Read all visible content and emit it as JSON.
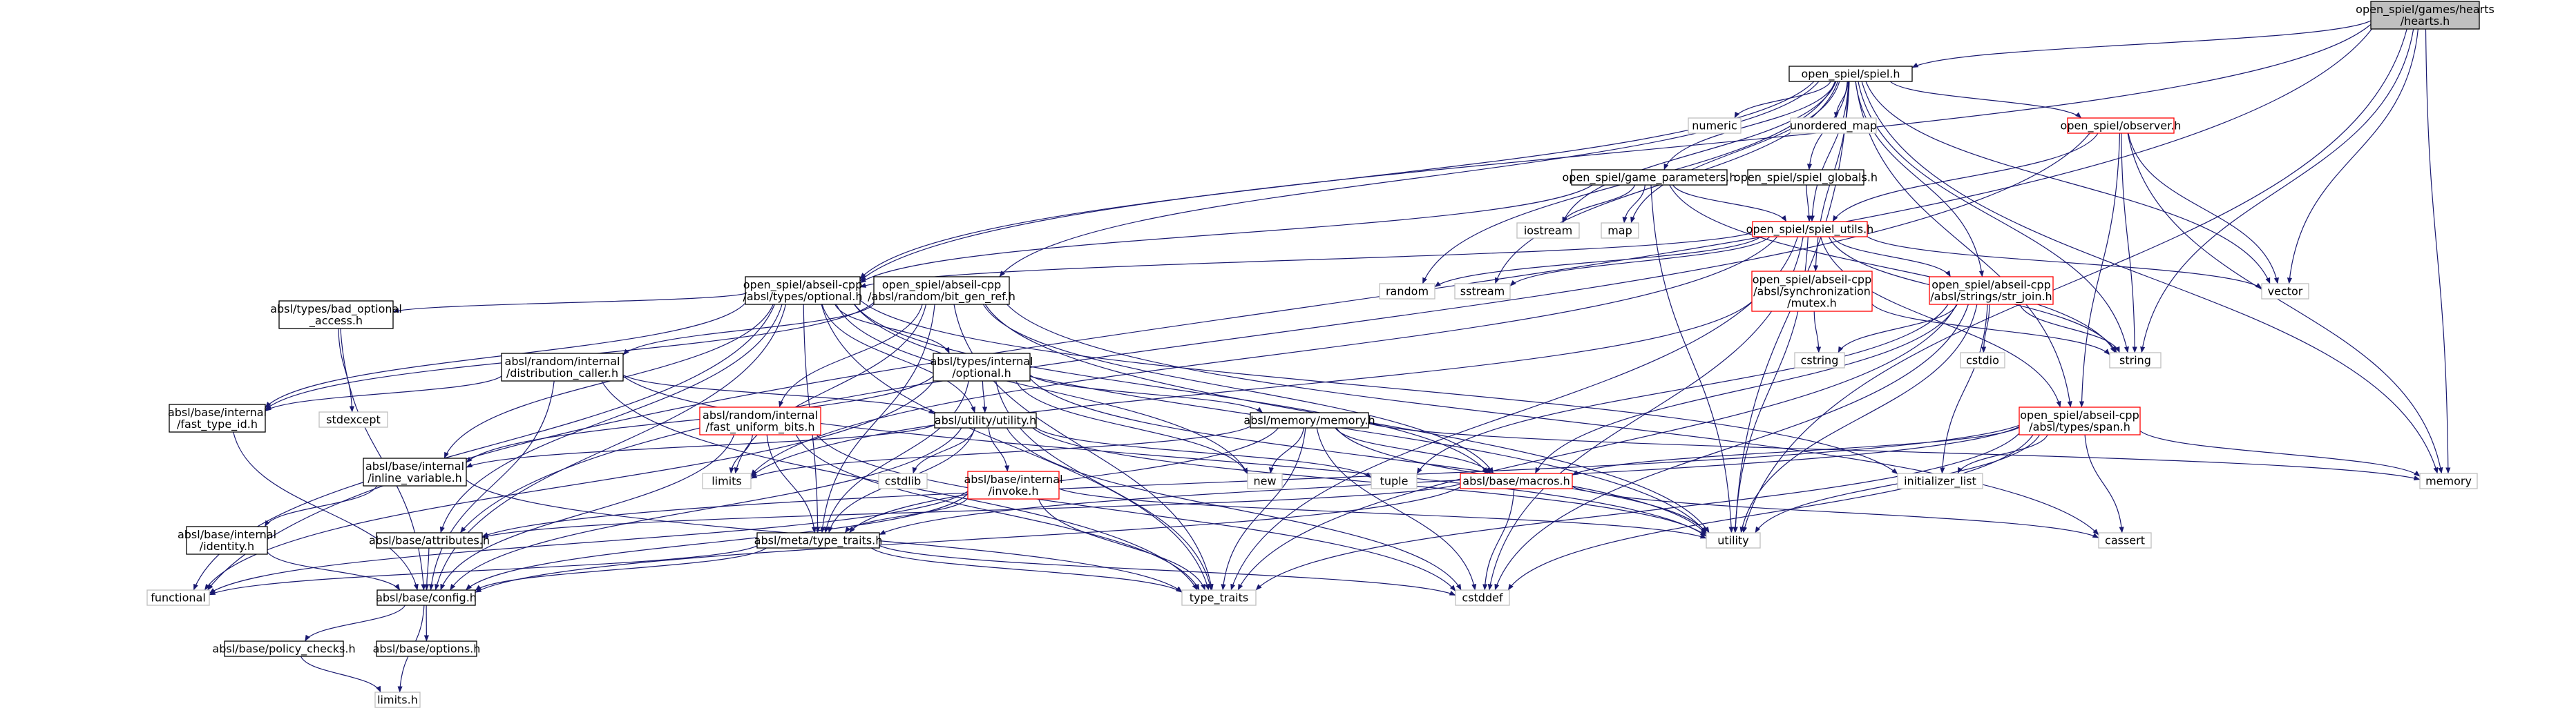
{
  "colors": {
    "edge": "#191970",
    "box_border_black": "#000000",
    "box_border_red": "#ff0000",
    "box_border_grey": "#bfbfbf",
    "root_fill": "#bfbfbf",
    "box_fill": "#ffffff"
  },
  "nodes": {
    "root": {
      "lines": [
        "open_spiel/games/hearts",
        "/hearts.h"
      ],
      "style": "root"
    },
    "spiel": {
      "lines": [
        "open_spiel/spiel.h"
      ],
      "style": "black"
    },
    "observer": {
      "lines": [
        "open_spiel/observer.h"
      ],
      "style": "red"
    },
    "game_parameters": {
      "lines": [
        "open_spiel/game_parameters.h"
      ],
      "style": "black"
    },
    "spiel_globals": {
      "lines": [
        "open_spiel/spiel_globals.h"
      ],
      "style": "black"
    },
    "spiel_utils": {
      "lines": [
        "open_spiel/spiel_utils.h"
      ],
      "style": "red"
    },
    "optional": {
      "lines": [
        "open_spiel/abseil-cpp",
        "/absl/types/optional.h"
      ],
      "style": "black"
    },
    "bit_gen_ref": {
      "lines": [
        "open_spiel/abseil-cpp",
        "/absl/random/bit_gen_ref.h"
      ],
      "style": "black"
    },
    "mutex": {
      "lines": [
        "open_spiel/abseil-cpp",
        "/absl/synchronization",
        "/mutex.h"
      ],
      "style": "red"
    },
    "str_join": {
      "lines": [
        "open_spiel/abseil-cpp",
        "/absl/strings/str_join.h"
      ],
      "style": "red"
    },
    "span": {
      "lines": [
        "open_spiel/abseil-cpp",
        "/absl/types/span.h"
      ],
      "style": "red"
    },
    "bad_optional_access": {
      "lines": [
        "absl/types/bad_optional",
        "_access.h"
      ],
      "style": "black"
    },
    "distribution_caller": {
      "lines": [
        "absl/random/internal",
        "/distribution_caller.h"
      ],
      "style": "black"
    },
    "internal_optional": {
      "lines": [
        "absl/types/internal",
        "/optional.h"
      ],
      "style": "black"
    },
    "fast_type_id": {
      "lines": [
        "absl/base/internal",
        "/fast_type_id.h"
      ],
      "style": "black"
    },
    "fast_uniform_bits": {
      "lines": [
        "absl/random/internal",
        "/fast_uniform_bits.h"
      ],
      "style": "red"
    },
    "utility_h": {
      "lines": [
        "absl/utility/utility.h"
      ],
      "style": "black"
    },
    "memory_h": {
      "lines": [
        "absl/memory/memory.h"
      ],
      "style": "black"
    },
    "inline_variable": {
      "lines": [
        "absl/base/internal",
        "/inline_variable.h"
      ],
      "style": "black"
    },
    "identity": {
      "lines": [
        "absl/base/internal",
        "/identity.h"
      ],
      "style": "black"
    },
    "invoke": {
      "lines": [
        "absl/base/internal",
        "/invoke.h"
      ],
      "style": "red"
    },
    "macros": {
      "lines": [
        "absl/base/macros.h"
      ],
      "style": "red"
    },
    "attributes": {
      "lines": [
        "absl/base/attributes.h"
      ],
      "style": "black"
    },
    "type_traits_h": {
      "lines": [
        "absl/meta/type_traits.h"
      ],
      "style": "black"
    },
    "config": {
      "lines": [
        "absl/base/config.h"
      ],
      "style": "black"
    },
    "policy_checks": {
      "lines": [
        "absl/base/policy_checks.h"
      ],
      "style": "black"
    },
    "options": {
      "lines": [
        "absl/base/options.h"
      ],
      "style": "black"
    },
    "limits_h": {
      "lines": [
        "limits.h"
      ],
      "style": "grey"
    },
    "functional": {
      "lines": [
        "functional"
      ],
      "style": "grey"
    },
    "type_traits": {
      "lines": [
        "type_traits"
      ],
      "style": "grey"
    },
    "cstddef": {
      "lines": [
        "cstddef"
      ],
      "style": "grey"
    },
    "utility": {
      "lines": [
        "utility"
      ],
      "style": "grey"
    },
    "cassert": {
      "lines": [
        "cassert"
      ],
      "style": "grey"
    },
    "memory": {
      "lines": [
        "memory"
      ],
      "style": "grey"
    },
    "tuple": {
      "lines": [
        "tuple"
      ],
      "style": "grey"
    },
    "initializer_list": {
      "lines": [
        "initializer_list"
      ],
      "style": "grey"
    },
    "limits": {
      "lines": [
        "limits"
      ],
      "style": "grey"
    },
    "cstdlib": {
      "lines": [
        "cstdlib"
      ],
      "style": "grey"
    },
    "new": {
      "lines": [
        "new"
      ],
      "style": "grey"
    },
    "stdexcept": {
      "lines": [
        "stdexcept"
      ],
      "style": "grey"
    },
    "cstring": {
      "lines": [
        "cstring"
      ],
      "style": "grey"
    },
    "cstdio": {
      "lines": [
        "cstdio"
      ],
      "style": "grey"
    },
    "string": {
      "lines": [
        "string"
      ],
      "style": "grey"
    },
    "vector": {
      "lines": [
        "vector"
      ],
      "style": "grey"
    },
    "random": {
      "lines": [
        "random"
      ],
      "style": "grey"
    },
    "sstream": {
      "lines": [
        "sstream"
      ],
      "style": "grey"
    },
    "iostream": {
      "lines": [
        "iostream"
      ],
      "style": "grey"
    },
    "map": {
      "lines": [
        "map"
      ],
      "style": "grey"
    },
    "numeric": {
      "lines": [
        "numeric"
      ],
      "style": "grey"
    },
    "unordered_map": {
      "lines": [
        "unordered_map"
      ],
      "style": "grey"
    }
  },
  "edges": [
    [
      "root",
      "spiel"
    ],
    [
      "root",
      "optional"
    ],
    [
      "root",
      "functional"
    ],
    [
      "root",
      "vector"
    ],
    [
      "root",
      "string"
    ],
    [
      "root",
      "memory"
    ],
    [
      "root",
      "utility"
    ],
    [
      "spiel",
      "observer"
    ],
    [
      "spiel",
      "game_parameters"
    ],
    [
      "spiel",
      "spiel_globals"
    ],
    [
      "spiel",
      "spiel_utils"
    ],
    [
      "spiel",
      "optional"
    ],
    [
      "spiel",
      "bit_gen_ref"
    ],
    [
      "spiel",
      "mutex"
    ],
    [
      "spiel",
      "str_join"
    ],
    [
      "spiel",
      "span"
    ],
    [
      "spiel",
      "numeric"
    ],
    [
      "spiel",
      "unordered_map"
    ],
    [
      "spiel",
      "iostream"
    ],
    [
      "spiel",
      "map"
    ],
    [
      "spiel",
      "random"
    ],
    [
      "spiel",
      "sstream"
    ],
    [
      "spiel",
      "vector"
    ],
    [
      "spiel",
      "string"
    ],
    [
      "spiel",
      "memory"
    ],
    [
      "spiel",
      "utility"
    ],
    [
      "observer",
      "spiel_utils"
    ],
    [
      "observer",
      "span"
    ],
    [
      "observer",
      "attributes"
    ],
    [
      "observer",
      "string"
    ],
    [
      "observer",
      "vector"
    ],
    [
      "observer",
      "memory"
    ],
    [
      "game_parameters",
      "spiel_utils"
    ],
    [
      "game_parameters",
      "optional"
    ],
    [
      "game_parameters",
      "iostream"
    ],
    [
      "game_parameters",
      "map"
    ],
    [
      "game_parameters",
      "string"
    ],
    [
      "game_parameters",
      "utility"
    ],
    [
      "spiel_globals",
      "spiel_utils"
    ],
    [
      "spiel_utils",
      "optional"
    ],
    [
      "spiel_utils",
      "str_join"
    ],
    [
      "spiel_utils",
      "span"
    ],
    [
      "spiel_utils",
      "random"
    ],
    [
      "spiel_utils",
      "sstream"
    ],
    [
      "spiel_utils",
      "vector"
    ],
    [
      "spiel_utils",
      "string"
    ],
    [
      "spiel_utils",
      "type_traits"
    ],
    [
      "spiel_utils",
      "utility"
    ],
    [
      "spiel_utils",
      "cstddef"
    ],
    [
      "spiel_utils",
      "limits"
    ],
    [
      "optional",
      "bad_optional_access"
    ],
    [
      "optional",
      "internal_optional"
    ],
    [
      "optional",
      "utility_h"
    ],
    [
      "optional",
      "inline_variable"
    ],
    [
      "optional",
      "attributes"
    ],
    [
      "optional",
      "config"
    ],
    [
      "optional",
      "type_traits_h"
    ],
    [
      "optional",
      "fast_type_id"
    ],
    [
      "optional",
      "macros"
    ],
    [
      "optional",
      "functional"
    ],
    [
      "optional",
      "initializer_list"
    ],
    [
      "optional",
      "type_traits"
    ],
    [
      "optional",
      "utility"
    ],
    [
      "optional",
      "new"
    ],
    [
      "bit_gen_ref",
      "distribution_caller"
    ],
    [
      "bit_gen_ref",
      "fast_uniform_bits"
    ],
    [
      "bit_gen_ref",
      "fast_type_id"
    ],
    [
      "bit_gen_ref",
      "macros"
    ],
    [
      "bit_gen_ref",
      "type_traits_h"
    ],
    [
      "bit_gen_ref",
      "type_traits"
    ],
    [
      "bit_gen_ref",
      "utility"
    ],
    [
      "bit_gen_ref",
      "limits"
    ],
    [
      "bit_gen_ref",
      "cassert"
    ],
    [
      "mutex",
      "string"
    ],
    [
      "mutex",
      "cstring"
    ],
    [
      "mutex",
      "limits"
    ],
    [
      "str_join",
      "string"
    ],
    [
      "str_join",
      "cstring"
    ],
    [
      "str_join",
      "cstdio"
    ],
    [
      "str_join",
      "macros"
    ],
    [
      "str_join",
      "tuple"
    ],
    [
      "str_join",
      "initializer_list"
    ],
    [
      "str_join",
      "utility"
    ],
    [
      "str_join",
      "type_traits"
    ],
    [
      "str_join",
      "cstddef"
    ],
    [
      "span",
      "macros"
    ],
    [
      "span",
      "type_traits_h"
    ],
    [
      "span",
      "attributes"
    ],
    [
      "span",
      "initializer_list"
    ],
    [
      "span",
      "cassert"
    ],
    [
      "span",
      "type_traits"
    ],
    [
      "span",
      "utility"
    ],
    [
      "span",
      "cstddef"
    ],
    [
      "span",
      "memory"
    ],
    [
      "bad_optional_access",
      "config"
    ],
    [
      "bad_optional_access",
      "stdexcept"
    ],
    [
      "distribution_caller",
      "fast_type_id"
    ],
    [
      "distribution_caller",
      "utility_h"
    ],
    [
      "distribution_caller",
      "config"
    ],
    [
      "distribution_caller",
      "type_traits"
    ],
    [
      "distribution_caller",
      "utility"
    ],
    [
      "internal_optional",
      "utility_h"
    ],
    [
      "internal_optional",
      "memory_h"
    ],
    [
      "internal_optional",
      "inline_variable"
    ],
    [
      "internal_optional",
      "type_traits_h"
    ],
    [
      "internal_optional",
      "functional"
    ],
    [
      "internal_optional",
      "type_traits"
    ],
    [
      "internal_optional",
      "utility"
    ],
    [
      "internal_optional",
      "new"
    ],
    [
      "fast_type_id",
      "config"
    ],
    [
      "fast_uniform_bits",
      "config"
    ],
    [
      "fast_uniform_bits",
      "type_traits_h"
    ],
    [
      "fast_uniform_bits",
      "limits"
    ],
    [
      "fast_uniform_bits",
      "type_traits"
    ],
    [
      "fast_uniform_bits",
      "cstddef"
    ],
    [
      "utility_h",
      "invoke"
    ],
    [
      "utility_h",
      "inline_variable"
    ],
    [
      "utility_h",
      "type_traits_h"
    ],
    [
      "utility_h",
      "config"
    ],
    [
      "utility_h",
      "cstdlib"
    ],
    [
      "utility_h",
      "tuple"
    ],
    [
      "utility_h",
      "utility"
    ],
    [
      "utility_h",
      "cstddef"
    ],
    [
      "memory_h",
      "macros"
    ],
    [
      "memory_h",
      "type_traits_h"
    ],
    [
      "memory_h",
      "memory"
    ],
    [
      "memory_h",
      "new"
    ],
    [
      "memory_h",
      "limits"
    ],
    [
      "memory_h",
      "type_traits"
    ],
    [
      "memory_h",
      "utility"
    ],
    [
      "memory_h",
      "cstddef"
    ],
    [
      "inline_variable",
      "identity"
    ],
    [
      "inline_variable",
      "type_traits"
    ],
    [
      "identity",
      "config"
    ],
    [
      "invoke",
      "type_traits_h"
    ],
    [
      "invoke",
      "config"
    ],
    [
      "invoke",
      "functional"
    ],
    [
      "invoke",
      "type_traits"
    ],
    [
      "invoke",
      "utility"
    ],
    [
      "macros",
      "attributes"
    ],
    [
      "macros",
      "config"
    ],
    [
      "macros",
      "cassert"
    ],
    [
      "macros",
      "cstddef"
    ],
    [
      "attributes",
      "config"
    ],
    [
      "type_traits_h",
      "config"
    ],
    [
      "type_traits_h",
      "type_traits"
    ],
    [
      "type_traits_h",
      "functional"
    ],
    [
      "type_traits_h",
      "cstddef"
    ],
    [
      "config",
      "policy_checks"
    ],
    [
      "config",
      "options"
    ],
    [
      "config",
      "limits_h"
    ],
    [
      "policy_checks",
      "limits_h"
    ]
  ]
}
